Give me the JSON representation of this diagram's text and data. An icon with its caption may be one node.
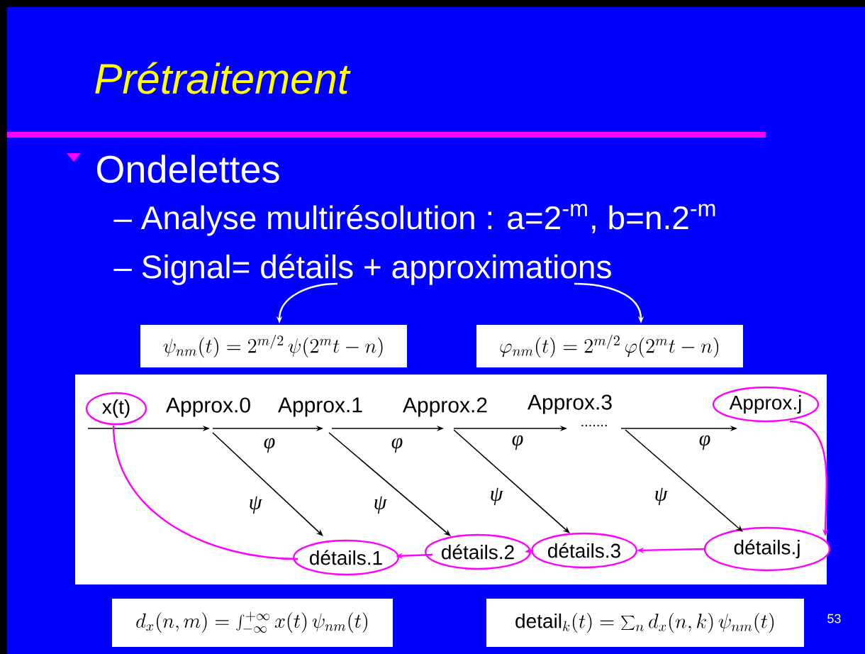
{
  "diagram": {
    "title": "Prétraitement",
    "nodes": [
      {
        "text": [
          "– Signal= détails + approximations"
        ]
      },
      {
        "text": [
          "\\psi_{nm}(t) = 2^{m/2}\\,\\psi(2^m t - n)"
        ]
      },
      {
        "text": [
          "\\varphi_{nm}(t) = 2^{m/2}\\,\\varphi(2^m t - n)"
        ]
      },
      {
        "text": [
          "x(t)"
        ]
      },
      {
        "text": [
          "Approx.0"
        ]
      },
      {
        "text": [
          "Approx.1"
        ]
      },
      {
        "text": [
          "Approx.2"
        ]
      },
      {
        "text": [
          "Approx.3"
        ]
      },
      {
        "text": [
          "......."
        ]
      },
      {
        "text": [
          "Approx.j"
        ]
      },
      {
        "text": [
          "détails.1"
        ]
      },
      {
        "text": [
          "détails.2"
        ]
      },
      {
        "text": [
          "détails.3"
        ]
      },
      {
        "text": [
          "détails.j"
        ]
      },
      {
        "text": [
          "d_x(n,m) = \\int_{-\\infty}^{+\\infty} x(t)\\,\\psi_{nm}(t)"
        ]
      },
      {
        "text": [
          "\\mathrm{detail}_k(t) = \\sum_n d_x(n,k)\\,\\psi_{nm}(t)"
        ]
      }
    ],
    "edges": [
      {
        "from": 0,
        "to": 1,
        "arrow": "to",
        "color": "#ffffff"
      },
      {
        "from": 0,
        "to": 2,
        "arrow": "to",
        "color": "#ffffff"
      },
      {
        "from": 3,
        "to": 4,
        "arrow": "to"
      },
      {
        "from": 4,
        "to": 5,
        "arrow": "to",
        "label": "φ"
      },
      {
        "from": 5,
        "to": 6,
        "arrow": "to",
        "label": "φ"
      },
      {
        "from": 6,
        "to": 7,
        "arrow": "to",
        "label": "φ"
      },
      {
        "from": 8,
        "to": 9,
        "arrow": "to",
        "label": "φ"
      },
      {
        "from": 4,
        "to": 10,
        "arrow": "to",
        "label": "ψ"
      },
      {
        "from": 5,
        "to": 11,
        "arrow": "to",
        "label": "ψ"
      },
      {
        "from": 6,
        "to": 12,
        "arrow": "to",
        "label": "ψ"
      },
      {
        "from": 8,
        "to": 13,
        "arrow": "to",
        "label": "ψ"
      },
      {
        "from": 3,
        "to": 10,
        "arrow": "none",
        "color": "#ff00ff"
      },
      {
        "from": 9,
        "to": 13,
        "arrow": "to",
        "color": "#ff00ff"
      },
      {
        "from": 13,
        "to": 12,
        "arrow": "to",
        "color": "#ff00ff"
      },
      {
        "from": 12,
        "to": 11,
        "arrow": "to",
        "color": "#ff00ff"
      },
      {
        "from": 11,
        "to": 10,
        "arrow": "to",
        "color": "#ff00ff"
      }
    ],
    "labels": [
      "Ondelettes",
      "– Analyse multirésolution : a=2$^{-m}$, b=n.2$^{-m}$",
      "53"
    ]
  }
}
